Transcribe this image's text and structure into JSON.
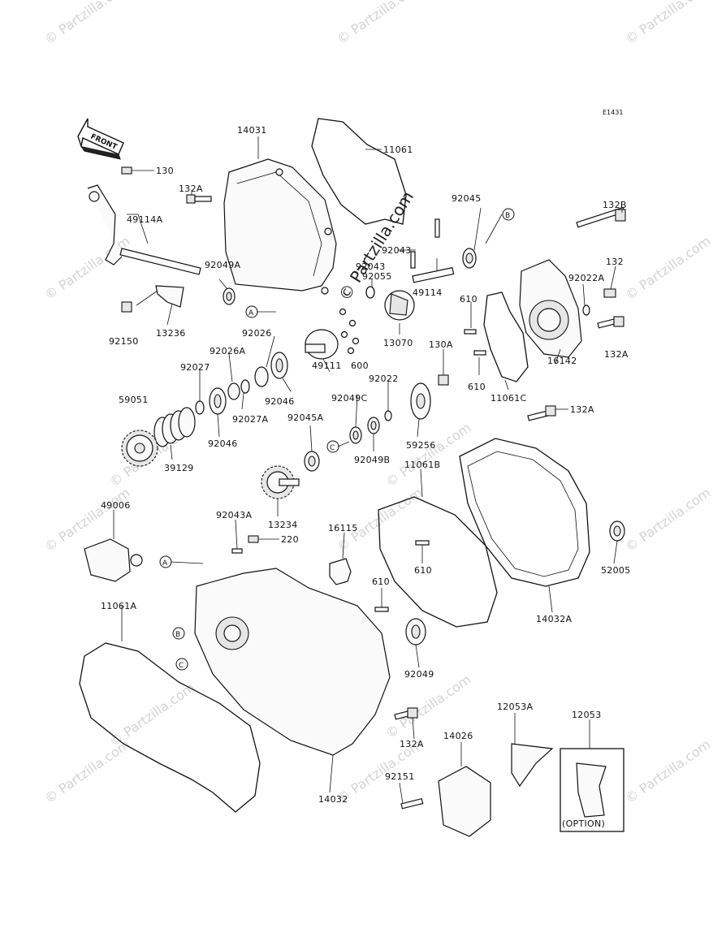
{
  "diagram": {
    "code": "E1431",
    "front_label": "FRONT",
    "option_label": "(OPTION)",
    "watermark": "© Partzilla.com",
    "watermark_center": "© Partzilla.com",
    "refs": [
      "A",
      "B",
      "C"
    ],
    "labels": {
      "p14031": "14031",
      "p11061": "11061",
      "p130": "130",
      "p132a_top": "132A",
      "p49114a": "49114A",
      "p92049a": "92049A",
      "p92150": "92150",
      "p13236": "13236",
      "p92045": "92045",
      "p132b": "132B",
      "p132": "132",
      "p92022a": "92022A",
      "p92043": "92043",
      "p92043b": "92043",
      "p92055": "92055",
      "p49114": "49114",
      "p13070": "13070",
      "p610_a": "610",
      "p610_b": "610",
      "p600": "600",
      "p132a_right": "132A",
      "p16142": "16142",
      "p11061c": "11061C",
      "p130a": "130A",
      "p92026": "92026",
      "p92026a": "92026A",
      "p92027": "92027",
      "p92046_a": "92046",
      "p92046_b": "92046",
      "p92027a": "92027A",
      "p49111": "49111",
      "p92022": "92022",
      "p92049c": "92049C",
      "p59051": "59051",
      "p92045a": "92045A",
      "p59256": "59256",
      "p92049b": "92049B",
      "p132a_mid": "132A",
      "p39129": "39129",
      "p11061b": "11061B",
      "p13234": "13234",
      "p49006": "49006",
      "p92043a": "92043A",
      "p220": "220",
      "p16115": "16115",
      "p610_c": "610",
      "p610_d": "610",
      "p52005": "52005",
      "p11061a": "11061A",
      "p14032a": "14032A",
      "p92049": "92049",
      "p12053a": "12053A",
      "p12053": "12053",
      "p132a_bot": "132A",
      "p14026": "14026",
      "p92151": "92151",
      "p14032": "14032"
    }
  }
}
